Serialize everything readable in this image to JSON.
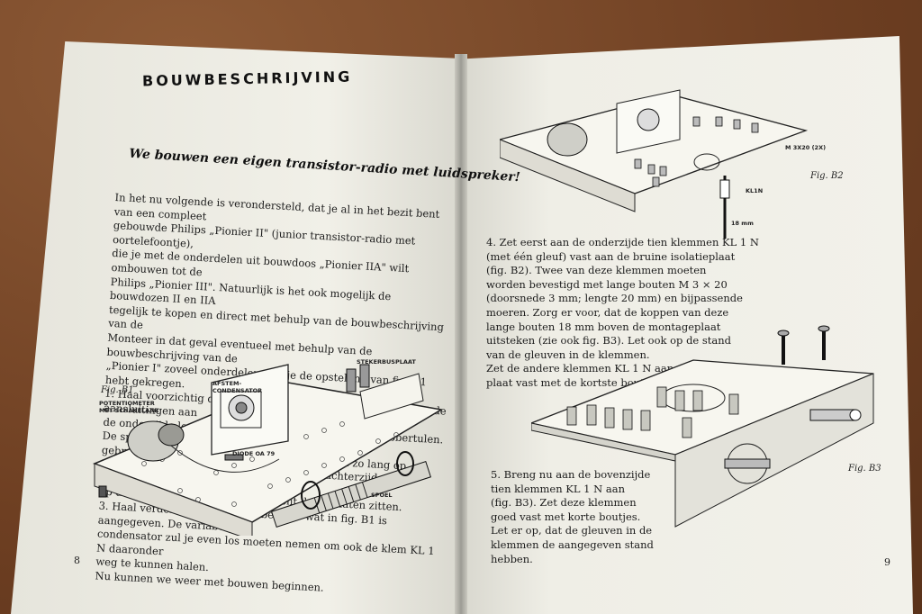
{
  "left_page": {
    "heading": "BOUWBESCHRIJVING",
    "subheading": "We bouwen een eigen transistor-radio met luidspreker!",
    "body": "In het nu volgende is verondersteld, dat je al in het bezit bent van een compleet\ngebouwde Philips „Pionier II\" (junior transistor-radio met oortelefoontje),\ndie je met de onderdelen uit bouwdoos „Pionier IIA\" wilt ombouwen tot de\nPhilips „Pionier III\". Natuurlijk is het ook mogelijk de bouwdozen II en IIA\ntegelijk te kopen en direct met behulp van de bouwbeschrijving van de\nMonteer in dat geval eventueel met behulp van de bouwbeschrijving van de\n„Pionier I\" zoveel onderdelen, dat je de opstelling van fig. B1 hebt gekregen.\n1. Haal voorzichtig de spoel van de montageplaat. Maak eerst de aansluitingen aan\nde onderzijde los en daarna de stukjes koord om de rubbertulen. De spoel\ngebruiken we straks misschien weer, berg hem zo lang op.\n2. Verwijder ook de stekerbusplaat van de achterzijde. De klemmen KL 2 N die\nop de aansluitpijpen zijn aangebracht, kun je laten zitten.\n3. Haal verder alles uit elkaar, behalve wat in fig. B1 is aangegeven. De variabele\ncondensator zul je even los moeten nemen om ook de klem KL 1 N daaronder\nweg te kunnen halen.\nNu kunnen we weer met bouwen beginnen.",
    "fig_label": "Fig. B1",
    "callouts": [
      "AFSTEM-\nCONDENSATOR",
      "STEKERBUSPLAAT",
      "POTENTIOMETER\nMET SCHAKELAAR",
      "DIODE  OA 79",
      "SPOEL"
    ],
    "page_number": "8"
  },
  "right_page": {
    "fig_b2_label": "Fig. B2",
    "fig_b2_notes": [
      "M 3X20 (2X)",
      "KL1N",
      "18 mm"
    ],
    "step4": "4. Zet eerst aan de onderzijde tien klemmen KL 1 N\n(met één gleuf) vast aan de bruine isolatieplaat\n(fig. B2). Twee van deze klemmen moeten\nworden bevestigd met lange bouten M 3 × 20\n(doorsnede 3 mm; lengte 20 mm) en bijpassende\nmoeren. Zorg er voor, dat de koppen van deze\nlange bouten 18 mm boven de montageplaat\nuitsteken (zie ook fig. B3). Let ook op de stand\nvan de gleuven in de klemmen.\nZet de andere klemmen KL 1 N aan de isolatie-\nplaat vast met de kortste boutjes.",
    "fig_b3_label": "Fig. B3",
    "step5": "5. Breng nu aan de bovenzijde\ntien klemmen KL 1 N aan\n(fig. B3). Zet deze klemmen\ngoed vast met korte boutjes.\nLet er op, dat de gleuven in de\nklemmen de aangegeven stand\nhebben.",
    "page_number": "9"
  }
}
